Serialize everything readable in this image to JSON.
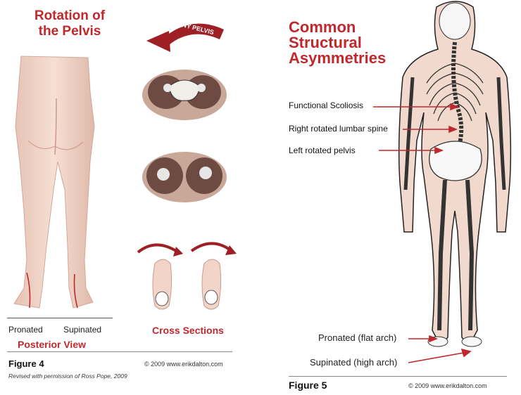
{
  "left_panel": {
    "title_line1": "Rotation of",
    "title_line2": "the Pelvis",
    "arrow_label": "BONY PELVIS",
    "label_pronated": "Pronated",
    "label_supinated": "Supinated",
    "posterior_view": "Posterior View",
    "cross_sections": "Cross Sections",
    "figure_label": "Figure 4",
    "copyright": "© 2009 www.erikdalton.com",
    "credit": "Revised with permission of Ross Pope, 2009"
  },
  "right_panel": {
    "title_line1": "Common",
    "title_line2": "Structural",
    "title_line3": "Asymmetries",
    "annotations": {
      "functional_scoliosis": "Functional Scoliosis",
      "right_rotated_lumbar": "Right rotated lumbar spine",
      "left_rotated_pelvis": "Left rotated pelvis",
      "pronated_flat_arch": "Pronated (flat arch)",
      "supinated_high_arch": "Supinated (high arch)"
    },
    "figure_label": "Figure 5",
    "copyright": "© 2009 www.erikdalton.com"
  },
  "colors": {
    "accent_red": "#c0282d",
    "skin": "#f0d5c8",
    "bone": "#fafafa"
  }
}
